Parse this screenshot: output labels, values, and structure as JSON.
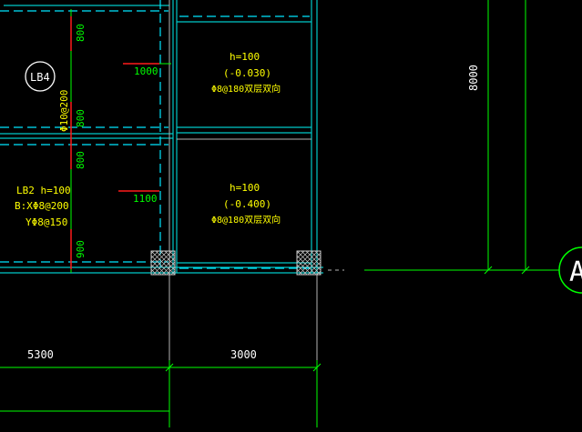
{
  "colors": {
    "background": "#000000",
    "slab_outline": "#00c8c8",
    "slab_dash": "#00e5ff",
    "grid_line": "#b4b4b4",
    "dimension": "#00ff00",
    "rebar_red": "#ff1a1a",
    "annotation": "#ffff00",
    "column_hatch": "#c8c8c8"
  },
  "slab_left_upper": {
    "tag": "LB4",
    "rebar_vertical": "Φ10@200",
    "dim_top": "800",
    "dim_bottom": "800",
    "dim_right": "1000"
  },
  "slab_left_lower": {
    "name_height": "LB2  h=100",
    "bx": "B:XΦ8@200",
    "by": "YΦ8@150",
    "dim_top": "800",
    "dim_bottom": "900",
    "dim_right": "1100"
  },
  "slab_mid_upper": {
    "thickness": "h=100",
    "elevation": "(-0.030)",
    "rebar": "Φ8@180双层双向"
  },
  "slab_mid_lower": {
    "thickness": "h=100",
    "elevation": "(-0.400)",
    "rebar": "Φ8@180双层双向"
  },
  "dim_right_vertical": "8000",
  "axis_bubble": "A",
  "bottom_dims": {
    "left": "5300",
    "mid": "3000"
  }
}
